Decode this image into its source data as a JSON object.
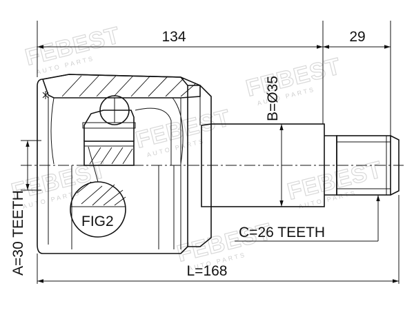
{
  "watermark": {
    "brand": "FEBEST",
    "tagline": "AUTO PARTS"
  },
  "dimensions": {
    "body_length": "134",
    "spline_length": "29",
    "shaft_diameter": "B=Ø35",
    "inner_teeth": "A=30 TEETH",
    "outer_teeth": "C=26 TEETH",
    "total_length": "L=168"
  },
  "detail_label": "FIG2"
}
